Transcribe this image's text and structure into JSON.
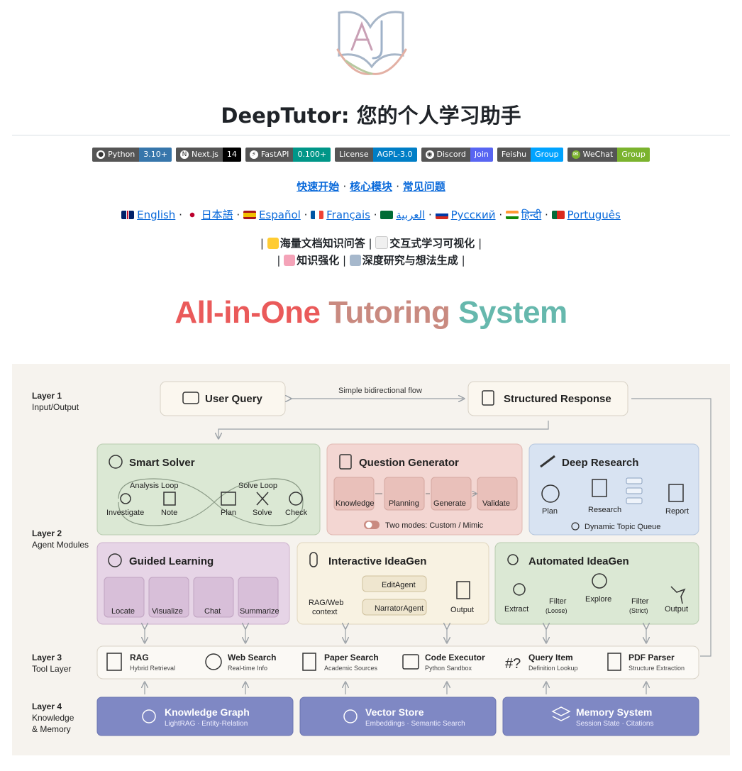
{
  "page": {
    "title": "DeepTutor: 您的个人学习助手",
    "logo_text": "AI"
  },
  "badges": [
    {
      "label": "Python",
      "value": "3.10+",
      "color": "#3776ab",
      "icon": "python-icon"
    },
    {
      "label": "Next.js",
      "value": "14",
      "color": "#000000",
      "icon": "nextjs-icon"
    },
    {
      "label": "FastAPI",
      "value": "0.100+",
      "color": "#009688",
      "icon": "fastapi-icon"
    },
    {
      "label": "License",
      "value": "AGPL-3.0",
      "color": "#007ec6",
      "icon": ""
    },
    {
      "label": "Discord",
      "value": "Join",
      "color": "#5865f2",
      "icon": "discord-icon"
    },
    {
      "label": "Feishu",
      "value": "Group",
      "color": "#00a3ff",
      "icon": ""
    },
    {
      "label": "WeChat",
      "value": "Group",
      "color": "#7bb32e",
      "icon": "wechat-icon"
    }
  ],
  "quick_links": [
    "快速开始",
    "核心模块",
    "常见问题"
  ],
  "languages": [
    {
      "label": "English",
      "flag": "uk-flag-icon"
    },
    {
      "label": "日本語",
      "flag": "japan-flag-icon"
    },
    {
      "label": "Español",
      "flag": "spain-flag-icon"
    },
    {
      "label": "Français",
      "flag": "france-flag-icon"
    },
    {
      "label": "العربية",
      "flag": "saudi-flag-icon"
    },
    {
      "label": "Русский",
      "flag": "russia-flag-icon"
    },
    {
      "label": "हिन्दी",
      "flag": "india-flag-icon"
    },
    {
      "label": "Português",
      "flag": "portugal-flag-icon"
    }
  ],
  "features": {
    "line1": [
      "海量文档知识问答",
      "交互式学习可视化"
    ],
    "line2": [
      "知识强化",
      "深度研究与想法生成"
    ]
  },
  "headline": {
    "part1": "All-in-One",
    "part2": "Tutoring",
    "part3": "System"
  },
  "diagram": {
    "layers": {
      "l1": [
        "Layer 1",
        "Input/Output"
      ],
      "l2": [
        "Layer 2",
        "Agent Modules"
      ],
      "l3": [
        "Layer 3",
        "Tool Layer"
      ],
      "l4": [
        "Layer 4",
        "Knowledge",
        "& Memory"
      ]
    },
    "user_query": "User Query",
    "flow_label": "Simple bidirectional flow",
    "structured_response": "Structured Response",
    "smart_solver": {
      "title": "Smart Solver",
      "analysis_loop": "Analysis Loop",
      "solve_loop": "Solve Loop",
      "steps": [
        "Investigate",
        "Note",
        "Plan",
        "Solve",
        "Check"
      ]
    },
    "question_generator": {
      "title": "Question Generator",
      "steps": [
        "Knowledge",
        "Planning",
        "Generate",
        "Validate"
      ],
      "modes": "Two modes: Custom / Mimic"
    },
    "deep_research": {
      "title": "Deep Research",
      "steps": [
        "Plan",
        "Research",
        "Report"
      ],
      "queue": "Dynamic Topic Queue"
    },
    "guided_learning": {
      "title": "Guided Learning",
      "steps": [
        "Locate",
        "Visualize",
        "Chat",
        "Summarize"
      ]
    },
    "interactive_ideagen": {
      "title": "Interactive IdeaGen",
      "source": [
        "RAG/Web",
        "context"
      ],
      "agents": [
        "EditAgent",
        "NarratorAgent"
      ],
      "output": "Output"
    },
    "automated_ideagen": {
      "title": "Automated IdeaGen",
      "steps": [
        "Extract",
        "Filter",
        "(Loose)",
        "Explore",
        "Filter",
        "(Strict)",
        "Output"
      ]
    },
    "tools": [
      {
        "name": "RAG",
        "sub": "Hybrid Retrieval"
      },
      {
        "name": "Web Search",
        "sub": "Real-time Info"
      },
      {
        "name": "Paper Search",
        "sub": "Academic Sources"
      },
      {
        "name": "Code Executor",
        "sub": "Python Sandbox"
      },
      {
        "name": "Query Item",
        "sub": "Definition Lookup"
      },
      {
        "name": "PDF Parser",
        "sub": "Structure Extraction"
      }
    ],
    "memory": [
      {
        "name": "Knowledge Graph",
        "sub": "LightRAG · Entity-Relation"
      },
      {
        "name": "Vector Store",
        "sub": "Embeddings · Semantic Search"
      },
      {
        "name": "Memory System",
        "sub": "Session State · Citations"
      }
    ]
  }
}
